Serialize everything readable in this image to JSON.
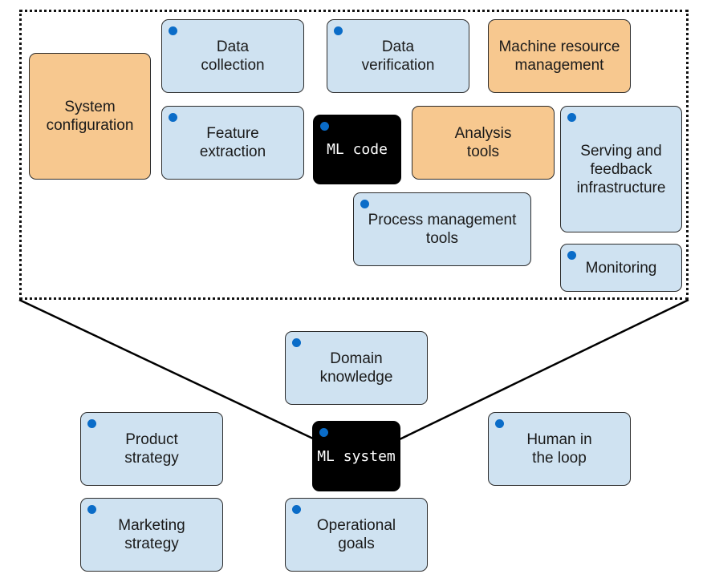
{
  "colors": {
    "component_fill": "#cfe2f1",
    "highlight_fill": "#f7c88f",
    "core_fill": "#000000",
    "marker_dot": "#0a6cc8"
  },
  "ml_system_components": {
    "data_collection": "Data\ncollection",
    "data_verification": "Data\nverification",
    "machine_resource_management": "Machine resource\nmanagement",
    "system_configuration": "System\nconfiguration",
    "feature_extraction": "Feature\nextraction",
    "ml_code": "ML code",
    "analysis_tools": "Analysis\ntools",
    "serving_infrastructure": "Serving and\nfeedback\ninfrastructure",
    "process_management_tools": "Process management\ntools",
    "monitoring": "Monitoring"
  },
  "context": {
    "domain_knowledge": "Domain\nknowledge",
    "product_strategy": "Product\nstrategy",
    "ml_system": "ML system",
    "human_in_the_loop": "Human in\nthe loop",
    "marketing_strategy": "Marketing\nstrategy",
    "operational_goals": "Operational\ngoals"
  }
}
